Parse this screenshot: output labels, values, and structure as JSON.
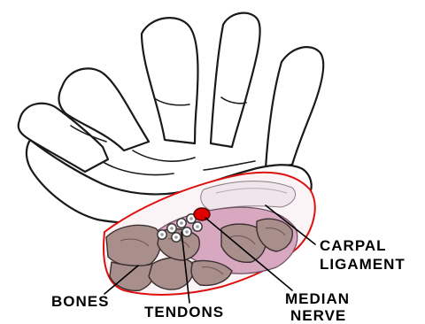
{
  "labels": {
    "carpal": "CARPAL",
    "ligament": "LIGAMENT",
    "median": "MEDIAN",
    "nerve": "NERVE",
    "bones": "BONES",
    "tendons": "TENDONS"
  },
  "colors": {
    "outline": "#1a1a1a",
    "section_outline": "#e01010",
    "bone_fill": "#a98f8c",
    "tissue_fill": "#d8a8c0",
    "ligament_fill": "#efe6ec",
    "nerve_fill": "#e00000",
    "tendon_fill": "#ffffff"
  }
}
